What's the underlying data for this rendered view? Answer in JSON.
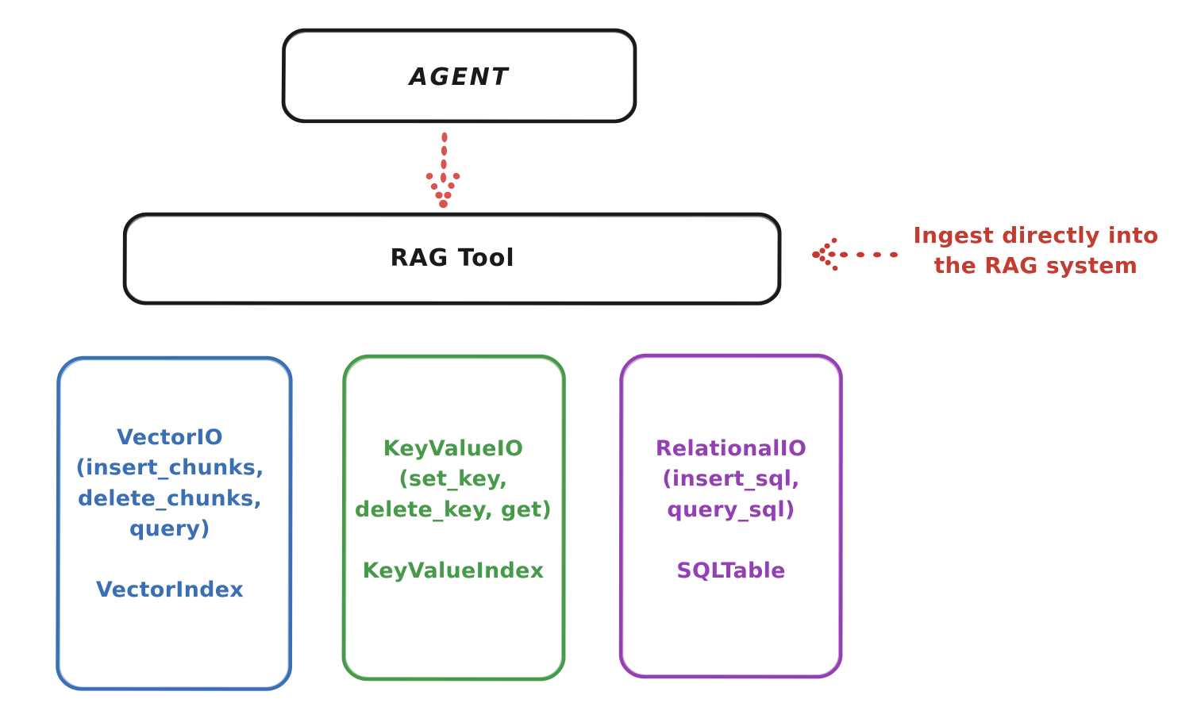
{
  "diagram": {
    "type": "flow-architecture",
    "title": "RAG Tool architecture",
    "background_color": "#ffffff"
  },
  "nodes": {
    "agent": {
      "label": "AGENT",
      "shape": "rounded-rectangle",
      "stroke_color": "#1a1a1a",
      "fill_color": "#ffffff"
    },
    "rag_tool": {
      "label": "RAG Tool",
      "shape": "rounded-rectangle",
      "stroke_color": "#1a1a1a",
      "fill_color": "#ffffff"
    },
    "vector_store": {
      "interface": "VectorIO\n(insert_chunks,\ndelete_chunks,\nquery)",
      "index": "VectorIndex",
      "shape": "rounded-rectangle",
      "stroke_color": "#3a6fb3",
      "fill_color": "#ffffff"
    },
    "key_value_store": {
      "interface": "KeyValueIO\n(set_key,\ndelete_key, get)",
      "index": "KeyValueIndex",
      "shape": "rounded-rectangle",
      "stroke_color": "#479a4a",
      "fill_color": "#ffffff"
    },
    "relational_store": {
      "interface": "RelationalIO\n(insert_sql,\nquery_sql)",
      "index": "SQLTable",
      "shape": "rounded-rectangle",
      "stroke_color": "#9440b5",
      "fill_color": "#ffffff"
    }
  },
  "edges": [
    {
      "id": "agent-to-rag",
      "from": "agent",
      "to": "rag_tool",
      "style": "dotted",
      "color": "#d9534f",
      "direction": "down",
      "label": ""
    },
    {
      "id": "ingest-annotation",
      "from": "annotation",
      "to": "rag_tool",
      "style": "dotted",
      "color": "#c33c32",
      "direction": "left",
      "label": "Ingest directly into the RAG system"
    }
  ],
  "annotations": {
    "ingest": {
      "text": "Ingest directly into\nthe RAG system",
      "color": "#c33c32"
    }
  },
  "colors": {
    "black": "#1a1a1a",
    "red": "#c33c32",
    "red_arrow": "#d9534f",
    "blue": "#3a6fb3",
    "green": "#479a4a",
    "purple": "#9440b5"
  }
}
